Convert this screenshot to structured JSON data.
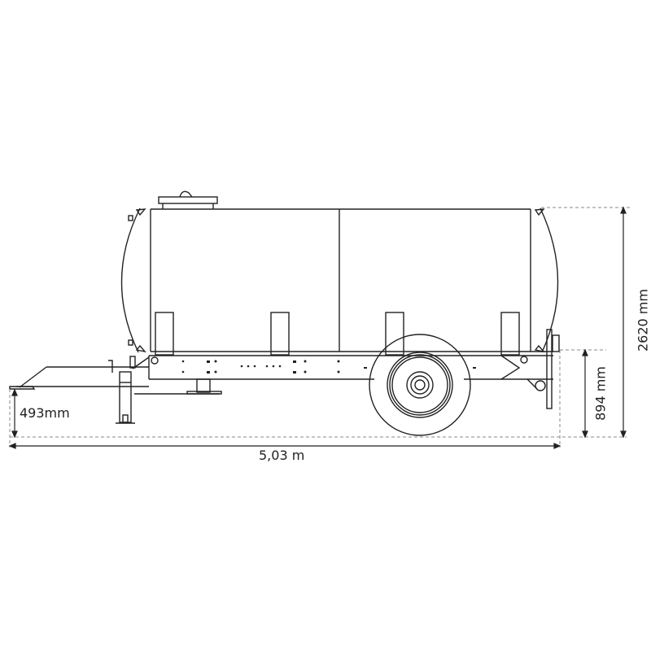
{
  "drawing": {
    "subject": "Water tank trailer side view",
    "line_color": "#222222",
    "dash_color": "#888888"
  },
  "dimensions": {
    "drawbar_height": "493mm",
    "total_length": "5,03 m",
    "frame_height": "894 mm",
    "total_height": "2620 mm"
  }
}
